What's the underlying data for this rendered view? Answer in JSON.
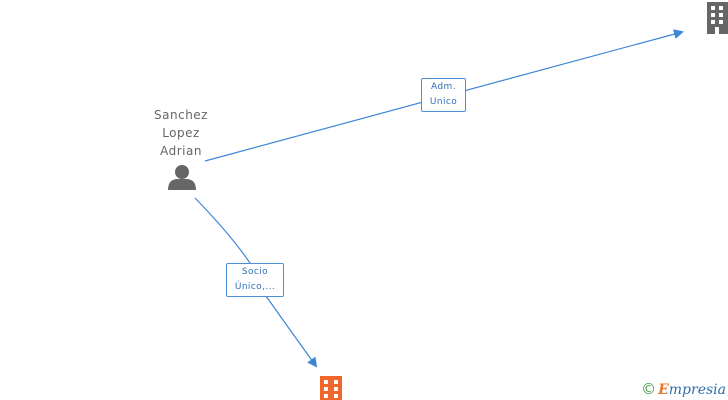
{
  "nodes": {
    "person": {
      "name_lines": [
        "Sanchez",
        "Lopez",
        "Adrian"
      ],
      "icon": "person-icon",
      "color": "#666666"
    },
    "company_top": {
      "icon": "building-icon",
      "color": "#666666"
    },
    "company_bottom": {
      "icon": "building-icon",
      "color": "#f0672b"
    }
  },
  "edges": {
    "adm": {
      "label_lines": [
        "Adm.",
        "Unico"
      ],
      "color": "#4a8fd8"
    },
    "socio": {
      "label_lines": [
        "Socio",
        "Único,..."
      ],
      "color": "#4a8fd8"
    }
  },
  "watermark": {
    "copyright_symbol": "©",
    "brand_first": "E",
    "brand_rest": "mpresia"
  }
}
